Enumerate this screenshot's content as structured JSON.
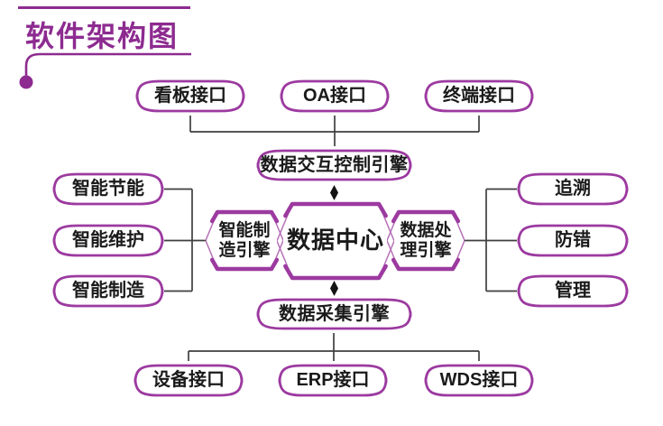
{
  "title": "软件架构图",
  "colors": {
    "title_purple": "#8d2b90",
    "border": "#9c3aa0",
    "border_thin": "#b671b8",
    "connector": "#3f3f3f",
    "arrow": "#141414",
    "text": "#1a1a1a",
    "background": "#ffffff"
  },
  "top_interfaces": [
    "看板接口",
    "OA接口",
    "终端接口"
  ],
  "center_engines": {
    "interaction": "数据交互控制引擎",
    "manufacturing": "智能制\n造引擎",
    "data_center": "数据中心",
    "processing": "数据处\n理引擎",
    "collection": "数据采集引擎"
  },
  "left_modules": [
    "智能节能",
    "智能维护",
    "智能制造"
  ],
  "right_modules": [
    "追溯",
    "防错",
    "管理"
  ],
  "bottom_interfaces": [
    "设备接口",
    "ERP接口",
    "WDS接口"
  ]
}
